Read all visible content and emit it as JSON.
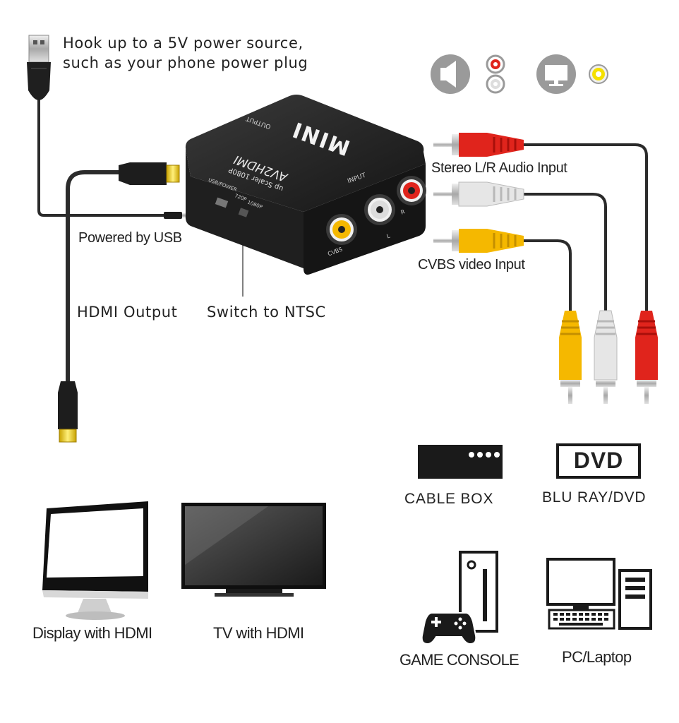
{
  "annotations": {
    "power_source": [
      "Hook up to a 5V power source,",
      "such as your phone power plug"
    ],
    "powered_by_usb": "Powered by USB",
    "hdmi_output": "HDMI Output",
    "switch_ntsc": "Switch to NTSC",
    "stereo_audio": "Stereo L/R Audio Input",
    "cvbs_video": "CVBS video Input"
  },
  "device": {
    "brand": "MINI",
    "model": "AV2HDMI",
    "subtitle": "up Scaler 1080P",
    "output_label": "OUTPUT",
    "input_label": "INPUT",
    "usb_power_label": "USB/POWER",
    "switch_720p": "720P",
    "switch_1080p": "1080P",
    "cvbs_port": "CVBS",
    "left_port": "L",
    "right_port": "R"
  },
  "outputs": {
    "display": "Display with HDMI",
    "tv": "TV with HDMI"
  },
  "sources": {
    "cable_box": "CABLE BOX",
    "dvd_badge": "DVD",
    "blu_ray": "BLU RAY/DVD",
    "game_console": "GAME CONSOLE",
    "pc": "PC/Laptop"
  },
  "icons": [
    "speaker-icon",
    "rca-audio-jacks-icon",
    "monitor-icon",
    "rca-video-jack-icon",
    "usb-plug-icon",
    "hdmi-plug-icon",
    "gamepad-icon",
    "desktop-pc-icon"
  ],
  "colors": {
    "cable_dark": "#2b2b2b",
    "rca_red": "#e0241c",
    "rca_white": "#e6e6e6",
    "rca_yellow": "#f5b800",
    "icon_gray": "#9a9a9a",
    "device_body": "#1c1c1c"
  }
}
